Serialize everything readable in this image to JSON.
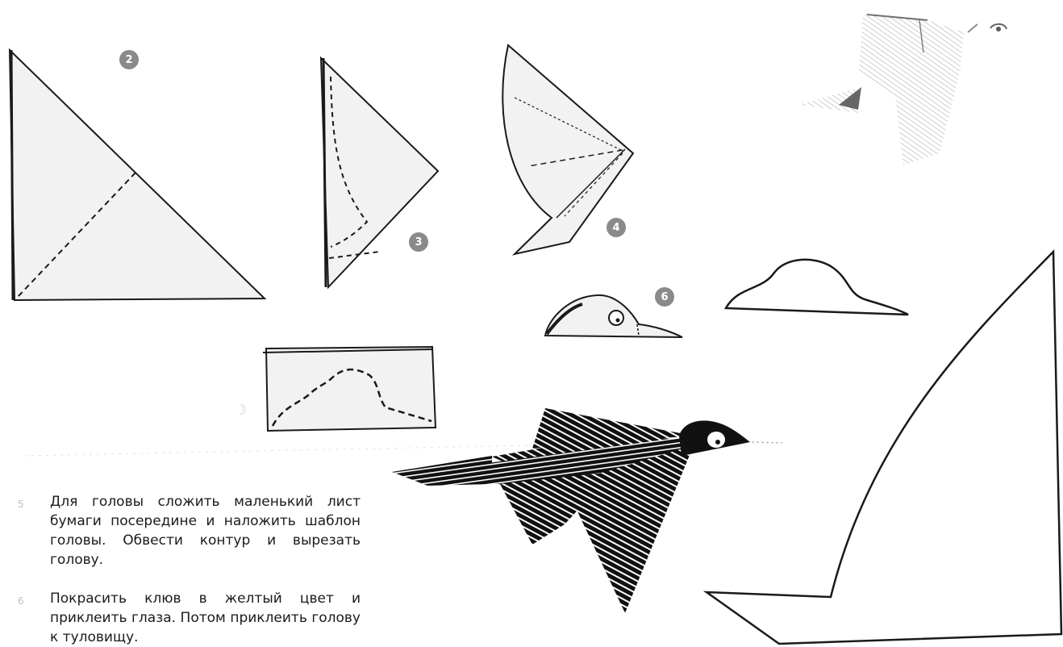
{
  "badges": {
    "b2": "2",
    "b3": "3",
    "b4": "4",
    "b6": "6"
  },
  "steps": [
    {
      "number": "5",
      "text": "Для головы сложить маленький лист бумаги посередине и наложить шаблон головы. Обвести контур и вырезать голову."
    },
    {
      "number": "6",
      "text": "Покрасить клюв в желтый цвет и приклеить глаза. Потом приклеить голову к туловищу."
    }
  ],
  "colors": {
    "paper": "#f2f2f2",
    "line": "#1a1a1a",
    "badge": "#8a8a8a"
  }
}
